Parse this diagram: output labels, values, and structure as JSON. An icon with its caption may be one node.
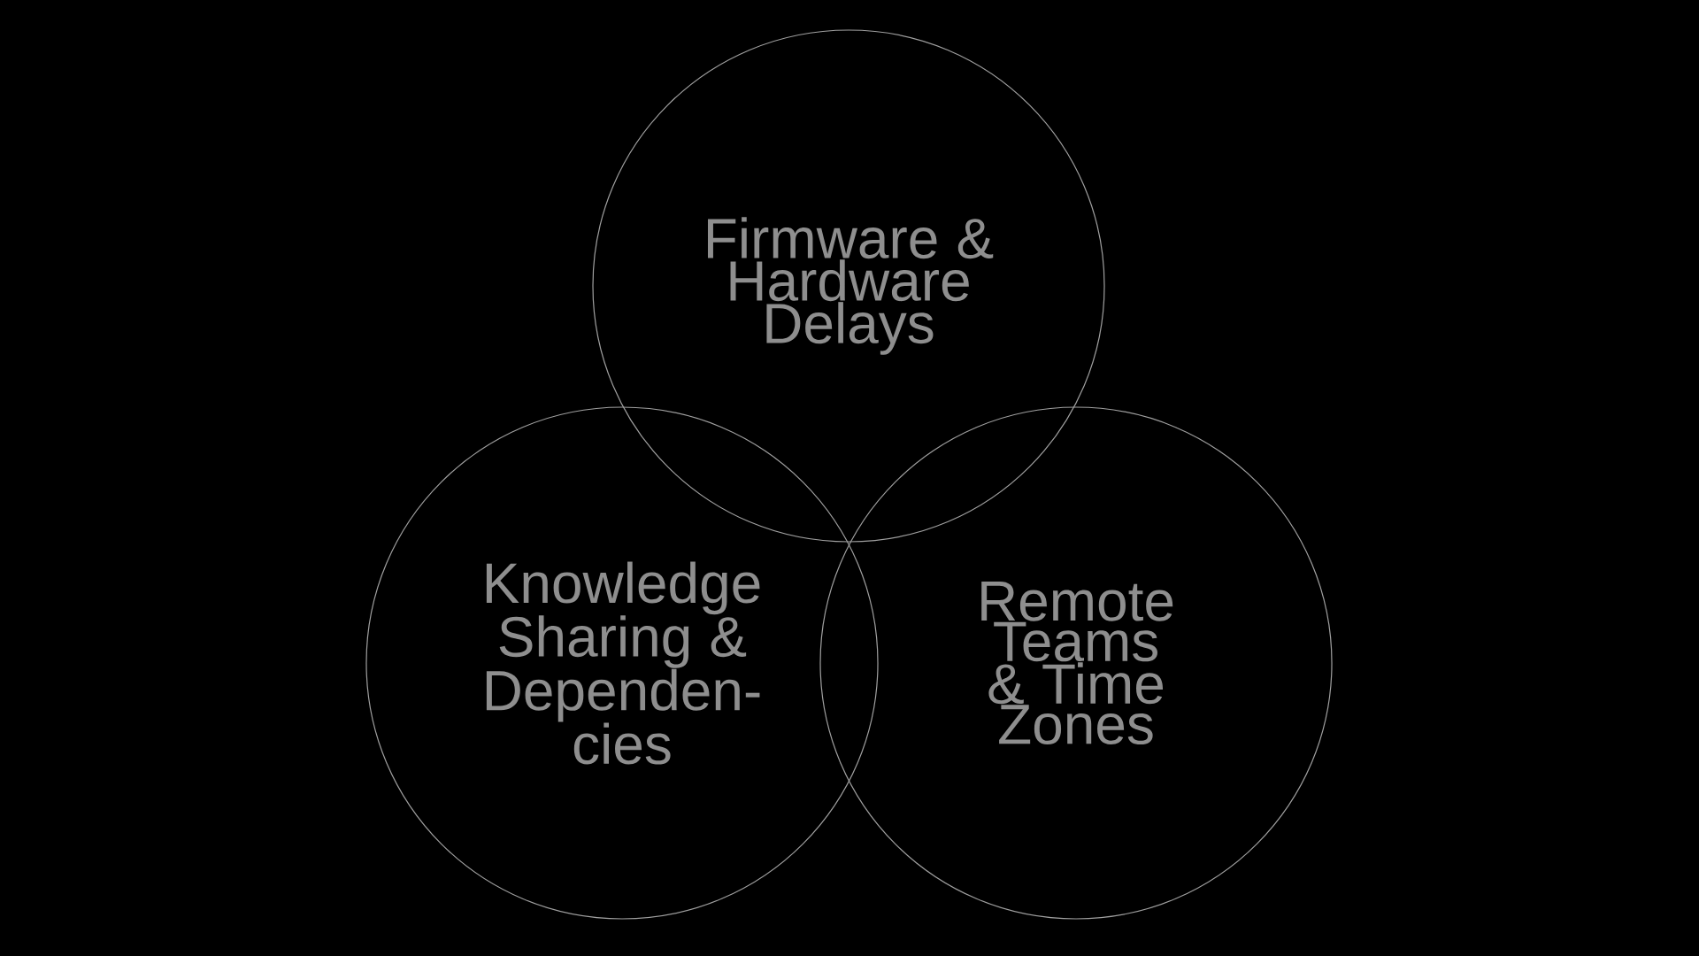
{
  "diagram": {
    "nodes": [
      {
        "text": [
          "Firmware & Hardware Delays"
        ]
      },
      {
        "text": [
          "Knowledge Sharing & Dependen- cies"
        ]
      },
      {
        "text": [
          "Remote Teams & Time Zones"
        ]
      }
    ]
  }
}
